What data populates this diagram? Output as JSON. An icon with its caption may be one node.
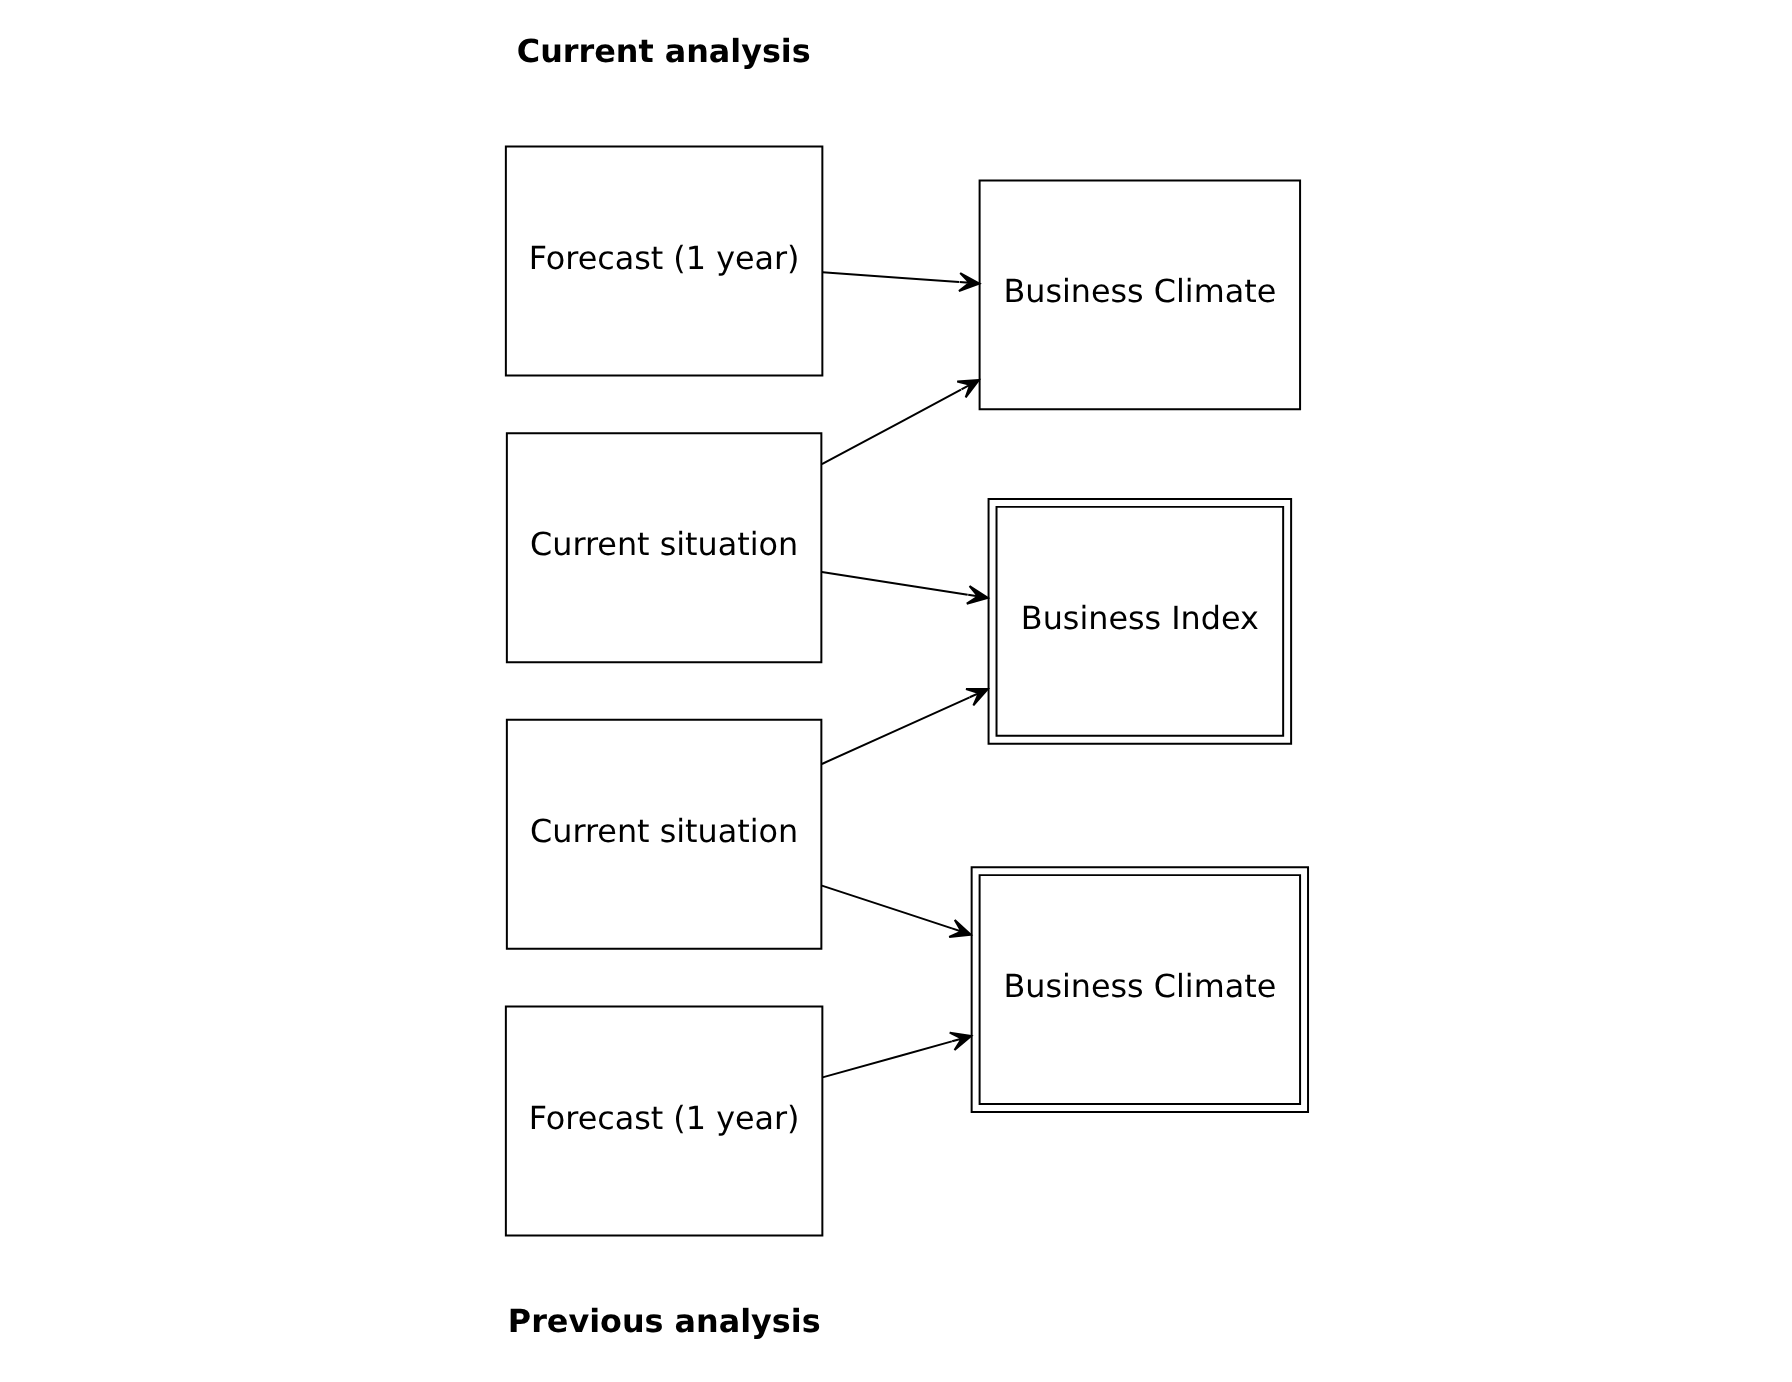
{
  "diagram": {
    "nodes": [
      {
        "text": [
          "Current situation"
        ]
      },
      {
        "text": [
          "Forecast (1 year)"
        ]
      },
      {
        "text": [
          "Business Climate"
        ]
      },
      {
        "text": [
          "Current situation"
        ]
      },
      {
        "text": [
          "Forecast (1 year)"
        ]
      },
      {
        "text": [
          "Business Climate"
        ]
      },
      {
        "text": [
          "Business Index"
        ]
      }
    ],
    "edges": [
      {
        "from": 0,
        "to": 2,
        "arrow": "to"
      },
      {
        "from": 1,
        "to": 2,
        "arrow": "to"
      },
      {
        "from": 0,
        "to": 6,
        "arrow": "to"
      },
      {
        "from": 3,
        "to": 5,
        "arrow": "to"
      },
      {
        "from": 4,
        "to": 5,
        "arrow": "to"
      },
      {
        "from": 3,
        "to": 6,
        "arrow": "to"
      }
    ],
    "labels": [
      "Previous analysis",
      "Current analysis"
    ]
  }
}
